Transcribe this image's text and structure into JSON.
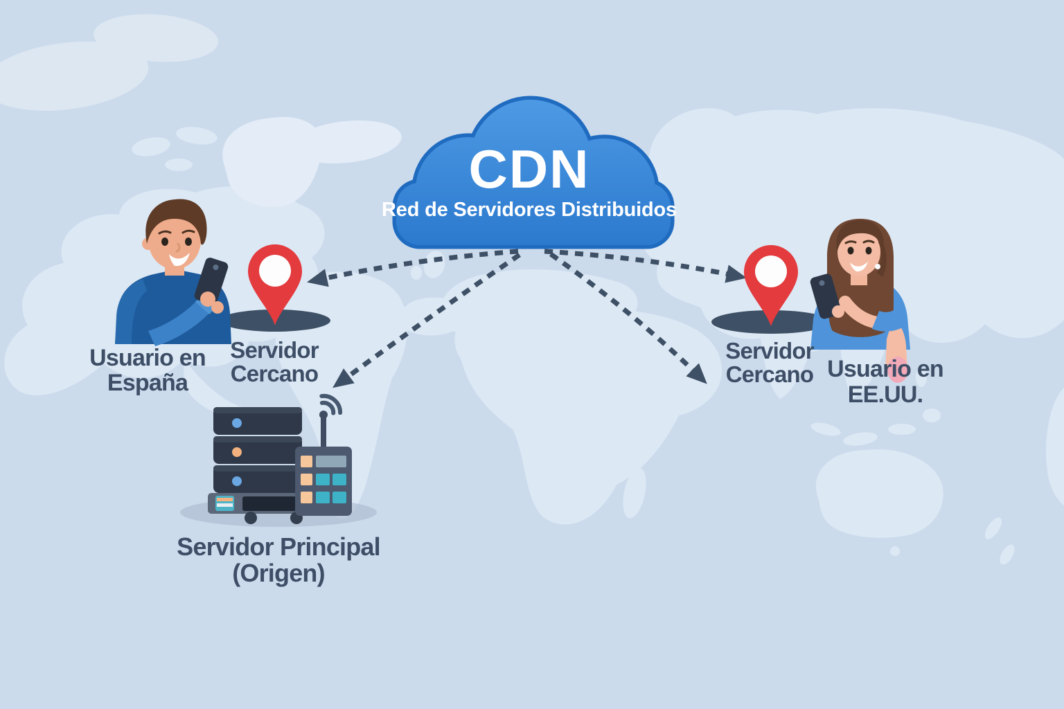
{
  "cloud": {
    "title": "CDN",
    "subtitle": "Red de Servidores Distribuidos"
  },
  "labels": {
    "user_spain": {
      "line1": "Usuario en",
      "line2": "España"
    },
    "edge_server_left": {
      "line1": "Servidor",
      "line2": "Cercano"
    },
    "origin_server": {
      "line1": "Servidor Principal",
      "line2": "(Origen)"
    },
    "edge_server_right": {
      "line1": "Servidor",
      "line2": "Cercano"
    },
    "user_usa": {
      "line1": "Usuario en",
      "line2": "EE.UU."
    }
  },
  "icons": {
    "cloud": "cdn-cloud-icon",
    "pin_left": "location-pin-icon",
    "pin_right": "location-pin-icon",
    "origin_server": "server-rack-icon",
    "wifi": "wifi-signal-icon",
    "phone_left": "smartphone-icon",
    "phone_right": "smartphone-icon"
  },
  "colors": {
    "background": "#ccdbec",
    "map_land": "#dce8f4",
    "map_land_light": "#e7eef8",
    "cloud_fill_top": "#4e9ae4",
    "cloud_fill_bottom": "#2b79ce",
    "cloud_border": "#1f6bc0",
    "cloud_text": "#ffffff",
    "label_text": "#3d4e66",
    "arrow": "#3e5065",
    "pin_red": "#e33b3e",
    "pin_base": "#3e5065"
  }
}
